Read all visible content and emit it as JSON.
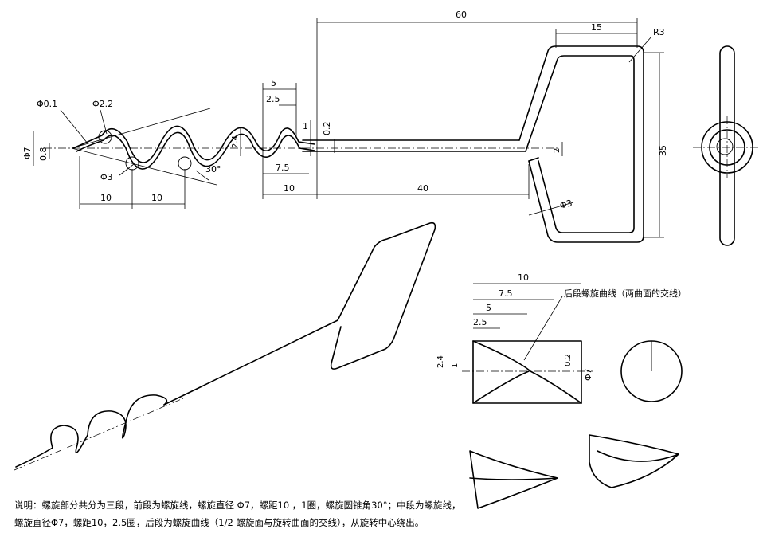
{
  "dimensions": {
    "d60": "60",
    "d15": "15",
    "r3": "R3",
    "d35": "35",
    "d5_top": "5",
    "d2_5_top": "2.5",
    "d1_top": "1",
    "d0_2_top": "0.2",
    "phi0_1": "Φ0.1",
    "phi2_2": "Φ2.2",
    "phi7_left": "Φ7",
    "d0_8": "0.8",
    "d2_4_top": "2.4",
    "phi3_left": "Φ3",
    "angle30": "30°",
    "d7_5_top": "7.5",
    "d10_a": "10",
    "d10_b": "10",
    "d10_c": "10",
    "d40": "40",
    "d2_right": "2",
    "phi3_right": "Φ3",
    "d10_detail": "10",
    "d7_5_detail": "7.5",
    "d5_detail": "5",
    "d2_5_detail": "2.5",
    "d2_4_detail": "2.4",
    "d1_detail": "1",
    "d0_2_detail": "0.2",
    "phi7_detail": "Φ7",
    "detail_label": "后段螺旋曲线（两曲面的交线）"
  },
  "notes": {
    "line1": "说明：螺旋部分共分为三段，前段为螺旋线，螺旋直径 Φ7，螺距10 ，1圈，螺旋圆锥角30°；中段为螺旋线，",
    "line2": "螺旋直径Φ7，螺距10，2.5圈，后段为螺旋曲线（1/2 螺旋面与旋转曲面的交线），从旋转中心绕出。"
  }
}
